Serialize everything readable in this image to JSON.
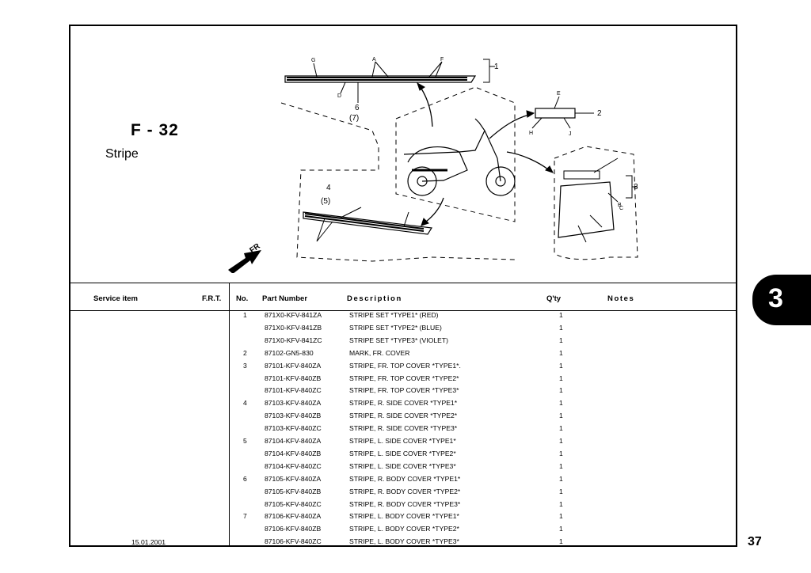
{
  "figure": {
    "code": "F - 32",
    "name": "Stripe"
  },
  "diagram": {
    "callouts": [
      "1",
      "2",
      "3",
      "4",
      "(5)",
      "6",
      "(7)"
    ],
    "letters": [
      "A",
      "B",
      "C",
      "D",
      "E",
      "F",
      "G",
      "H",
      "J"
    ],
    "fr_label": "FR"
  },
  "table": {
    "headers": {
      "service_item": "Service item",
      "frt": "F.R.T.",
      "no": "No.",
      "part_number": "Part Number",
      "description": "Description",
      "qty": "Q'ty",
      "notes": "Notes"
    },
    "rows": [
      {
        "no": "1",
        "part": "871X0-KFV-841ZA",
        "desc": "STRIPE SET *TYPE1* (RED)",
        "qty": "1"
      },
      {
        "no": "",
        "part": "871X0-KFV-841ZB",
        "desc": "STRIPE SET *TYPE2* (BLUE)",
        "qty": "1"
      },
      {
        "no": "",
        "part": "871X0-KFV-841ZC",
        "desc": "STRIPE SET *TYPE3* (VIOLET)",
        "qty": "1"
      },
      {
        "no": "2",
        "part": "87102-GN5-830",
        "desc": "MARK, FR. COVER",
        "qty": "1"
      },
      {
        "no": "3",
        "part": "87101-KFV-840ZA",
        "desc": "STRIPE, FR. TOP COVER *TYPE1*.",
        "qty": "1"
      },
      {
        "no": "",
        "part": "87101-KFV-840ZB",
        "desc": "STRIPE, FR. TOP COVER *TYPE2*",
        "qty": "1"
      },
      {
        "no": "",
        "part": "87101-KFV-840ZC",
        "desc": "STRIPE, FR. TOP COVER *TYPE3*",
        "qty": "1"
      },
      {
        "no": "4",
        "part": "87103-KFV-840ZA",
        "desc": "STRIPE, R. SIDE COVER *TYPE1*",
        "qty": "1"
      },
      {
        "no": "",
        "part": "87103-KFV-840ZB",
        "desc": "STRIPE, R. SIDE COVER *TYPE2*",
        "qty": "1"
      },
      {
        "no": "",
        "part": "87103-KFV-840ZC",
        "desc": "STRIPE, R. SIDE COVER *TYPE3*",
        "qty": "1"
      },
      {
        "no": "5",
        "part": "87104-KFV-840ZA",
        "desc": "STRIPE, L. SIDE COVER *TYPE1*",
        "qty": "1"
      },
      {
        "no": "",
        "part": "87104-KFV-840ZB",
        "desc": "STRIPE, L. SIDE COVER *TYPE2*",
        "qty": "1"
      },
      {
        "no": "",
        "part": "87104-KFV-840ZC",
        "desc": "STRIPE, L. SIDE COVER *TYPE3*",
        "qty": "1"
      },
      {
        "no": "6",
        "part": "87105-KFV-840ZA",
        "desc": "STRIPE, R. BODY COVER *TYPE1*",
        "qty": "1"
      },
      {
        "no": "",
        "part": "87105-KFV-840ZB",
        "desc": "STRIPE, R. BODY COVER *TYPE2*",
        "qty": "1"
      },
      {
        "no": "",
        "part": "87105-KFV-840ZC",
        "desc": "STRIPE, R. BODY COVER *TYPE3*",
        "qty": "1"
      },
      {
        "no": "7",
        "part": "87106-KFV-840ZA",
        "desc": "STRIPE, L. BODY COVER *TYPE1*",
        "qty": "1"
      },
      {
        "no": "",
        "part": "87106-KFV-840ZB",
        "desc": "STRIPE, L. BODY COVER *TYPE2*",
        "qty": "1"
      },
      {
        "no": "",
        "part": "87106-KFV-840ZC",
        "desc": "STRIPE, L. BODY COVER *TYPE3*",
        "qty": "1"
      }
    ]
  },
  "footer": {
    "date": "15.01.2001",
    "page": "37"
  },
  "chapter": "3"
}
